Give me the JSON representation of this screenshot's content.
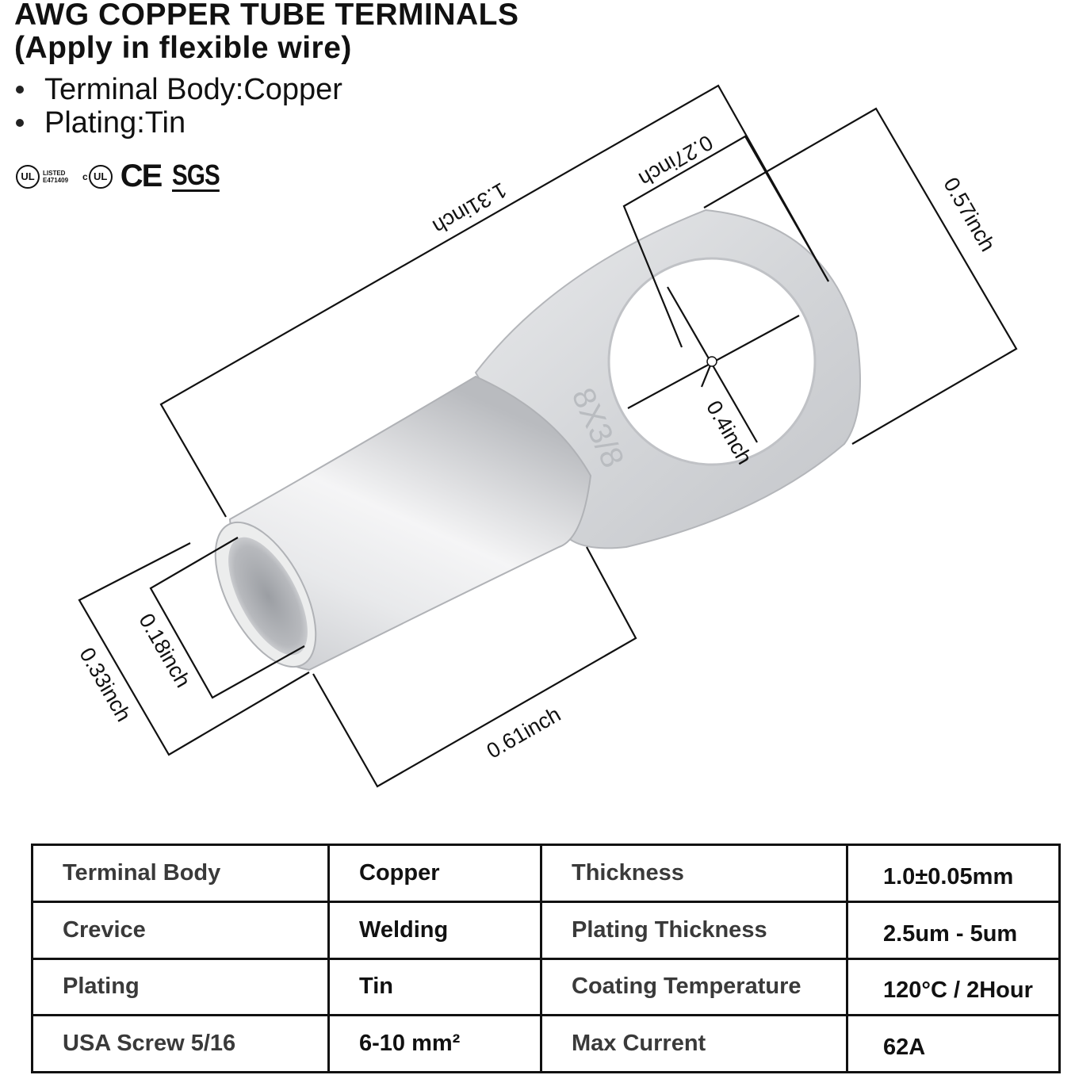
{
  "header": {
    "title_line1": "AWG  COPPER TUBE TERMINALS",
    "title_line2": "(Apply in flexible wire)",
    "bullets": [
      "Terminal Body:Copper",
      "Plating:Tin"
    ]
  },
  "certifications": {
    "ul_mark": "UL",
    "ul_listed": "LISTED",
    "ul_file": "E471409",
    "cul_prefix": "c",
    "cul_mark": "UL",
    "ce_mark": "CE",
    "sgs_mark": "SGS"
  },
  "diagram": {
    "stamp": "8X3/8",
    "dimensions": {
      "total_length": "1.31inch",
      "stud_edge": "0.27inch",
      "tongue_width": "0.57inch",
      "hole_diameter": "0.4inch",
      "barrel_length": "0.61inch",
      "inner_diameter": "0.18inch",
      "outer_diameter": "0.33inch"
    }
  },
  "specs": {
    "rows": [
      {
        "k1": "Terminal Body",
        "v1": "Copper",
        "k2": "Thickness",
        "v2": "1.0±0.05mm"
      },
      {
        "k1": "Crevice",
        "v1": "Welding",
        "k2": "Plating Thickness",
        "v2": "2.5um - 5um"
      },
      {
        "k1": "Plating",
        "v1": "Tin",
        "k2": "Coating Temperature",
        "v2": "120°C / 2Hour"
      },
      {
        "k1": "USA Screw 5/16",
        "v1": "6-10 mm²",
        "k2": "Max Current",
        "v2": "62A"
      }
    ]
  }
}
